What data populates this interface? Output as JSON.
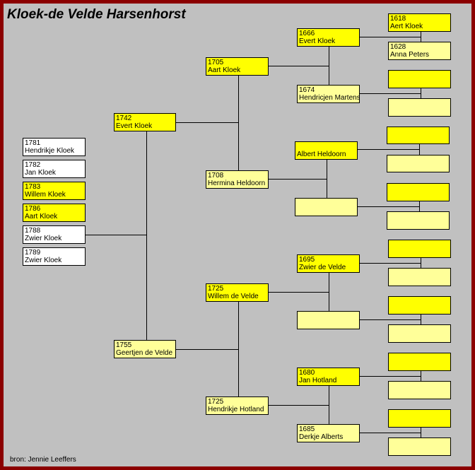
{
  "title": "Kloek-de Velde Harsenhorst",
  "source": "bron: Jennie Leeffers",
  "colors": {
    "frame": "#8b0000",
    "background": "#c0c0c0",
    "father_box": "#ffff00",
    "mother_box": "#ffff99",
    "child_box": "#ffffff"
  },
  "children": [
    {
      "year": "1781",
      "name": "Hendrikje Kloek"
    },
    {
      "year": "1782",
      "name": "Jan Kloek"
    },
    {
      "year": "1783",
      "name": "Willem Kloek"
    },
    {
      "year": "1786",
      "name": "Aart Kloek"
    },
    {
      "year": "1788",
      "name": "Zwier Kloek"
    },
    {
      "year": "1789",
      "name": "Zwier Kloek"
    }
  ],
  "parents": {
    "father": {
      "year": "1742",
      "name": "Evert Kloek"
    },
    "mother": {
      "year": "1755",
      "name": "Geertjen de Velde"
    }
  },
  "grandparents": {
    "paternal_father": {
      "year": "1705",
      "name": "Aart Kloek"
    },
    "paternal_mother": {
      "year": "1708",
      "name": "Hermina Heldoorn"
    },
    "maternal_father": {
      "year": "1725",
      "name": "Willem de Velde"
    },
    "maternal_mother": {
      "year": "1725",
      "name": "Hendrikje Hotland"
    }
  },
  "great_grandparents": {
    "g1": {
      "year": "1666",
      "name": "Evert Kloek"
    },
    "g2": {
      "year": "1674",
      "name": "Hendricjen Martens"
    },
    "g3": {
      "year": "",
      "name": "Albert Heldoorn"
    },
    "g4": {
      "year": "",
      "name": ""
    },
    "g5": {
      "year": "1695",
      "name": "Zwier de Velde"
    },
    "g6": {
      "year": "",
      "name": ""
    },
    "g7": {
      "year": "1680",
      "name": "Jan Hotland"
    },
    "g8": {
      "year": "1685",
      "name": "Derkje Alberts"
    }
  },
  "gg_grandparents": {
    "h1": {
      "year": "1618",
      "name": "Aert Kloek"
    },
    "h2": {
      "year": "1628",
      "name": "Anna Peters"
    }
  }
}
